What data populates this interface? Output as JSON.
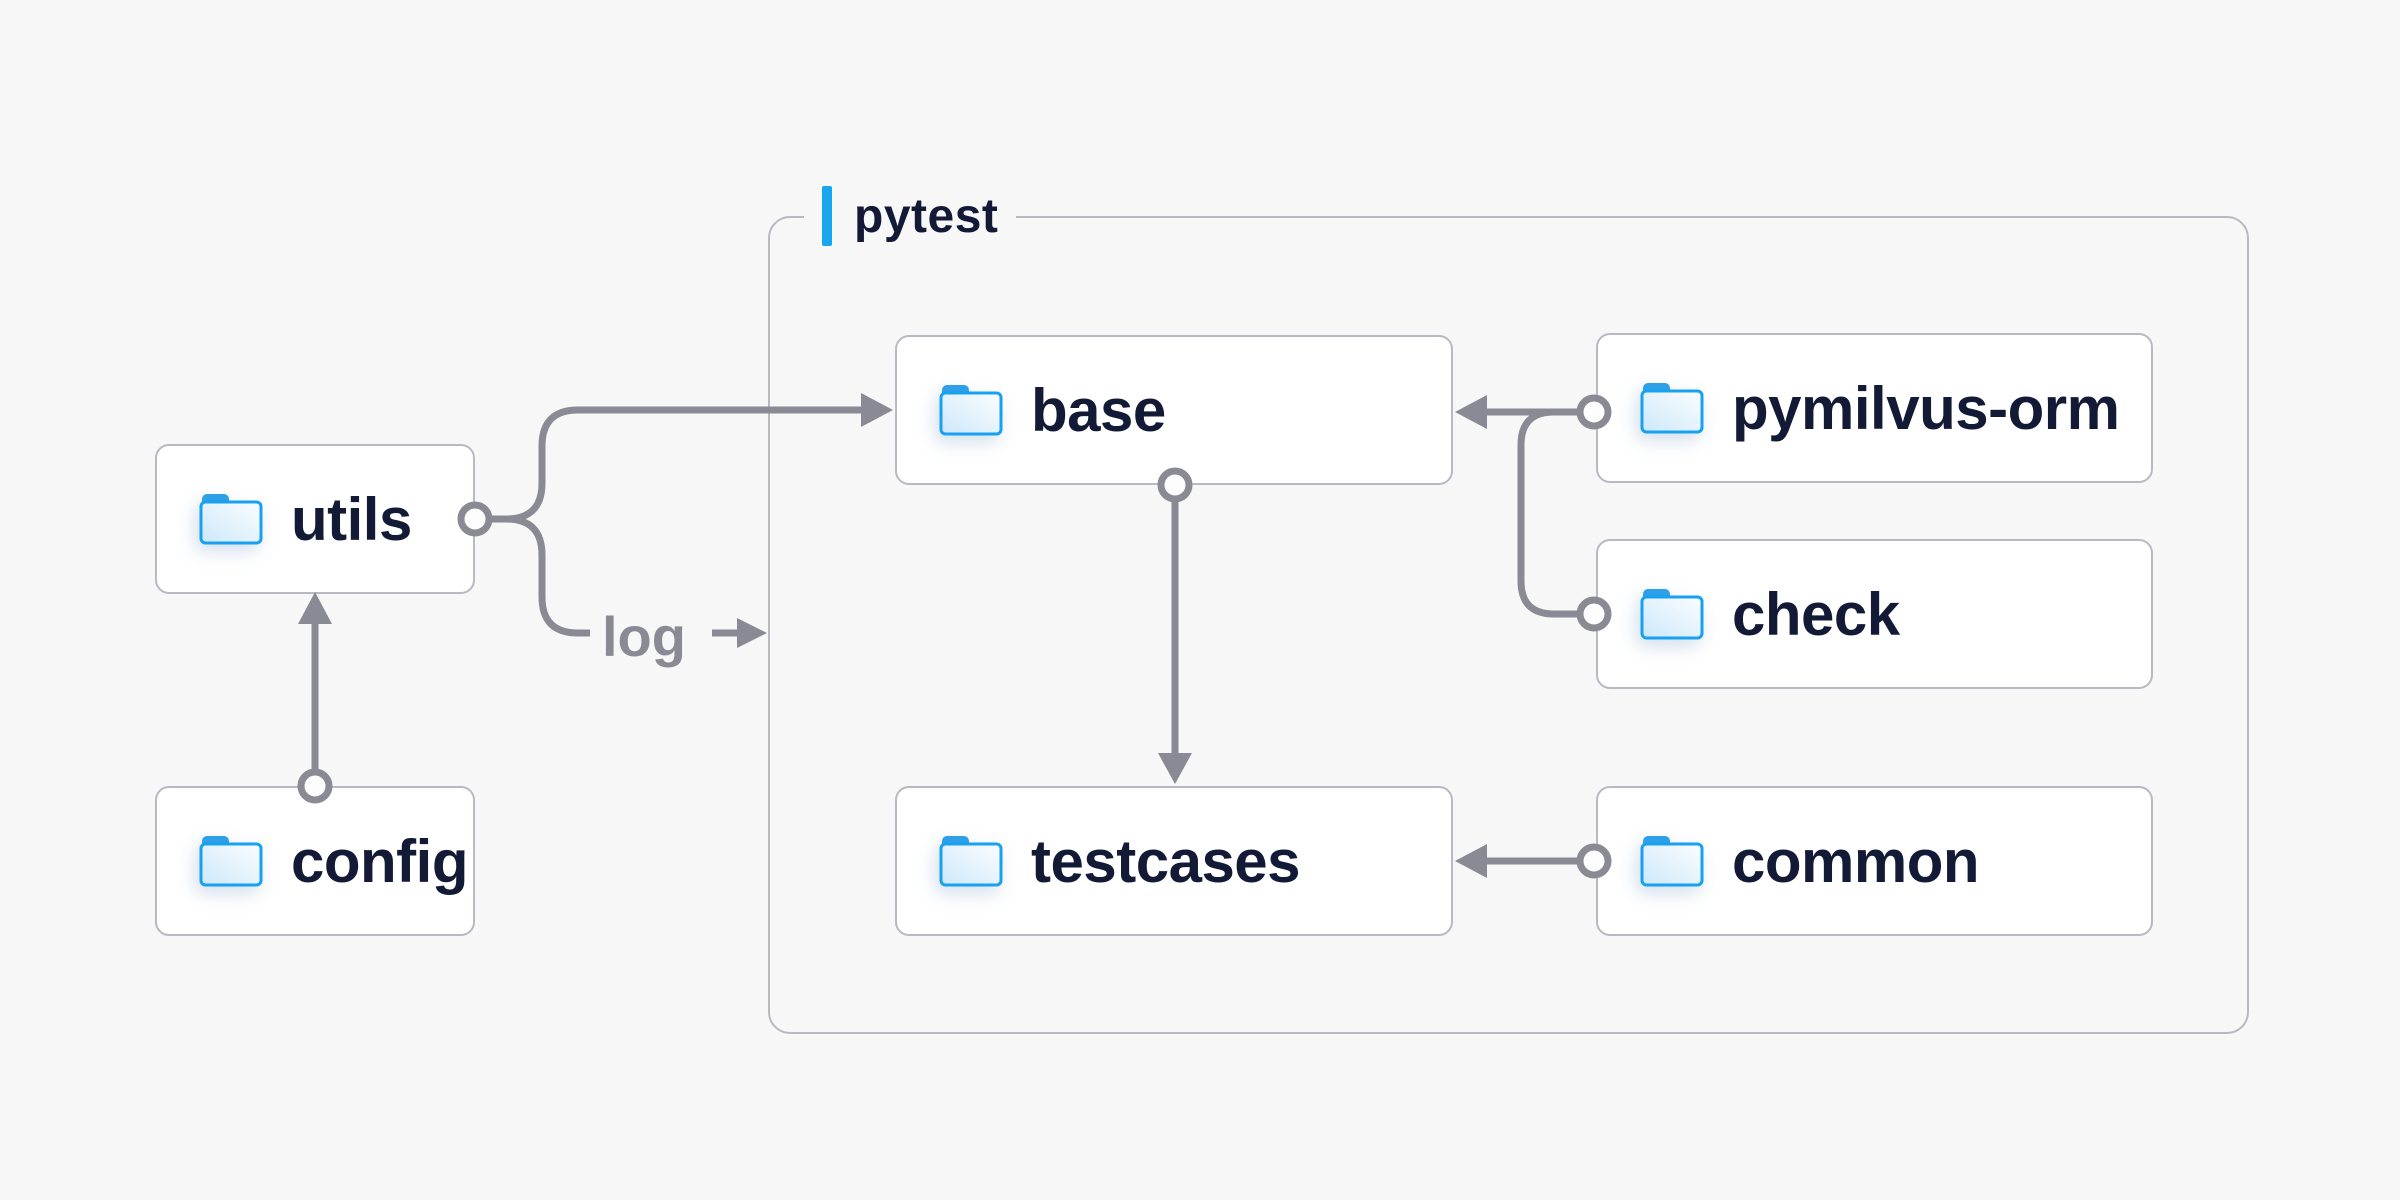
{
  "diagram": {
    "kind": "folder-structure-diagram",
    "background": "#f7f7f8"
  },
  "colors": {
    "accent_blue": "#16a7ef",
    "connector_gray": "#8a8a94",
    "text_navy": "#121a36",
    "box_border": "#b8b9c2",
    "folder_blue": "#18a1f1"
  },
  "container": {
    "label": "pytest"
  },
  "nodes": {
    "utils": {
      "label": "utils",
      "icon": "folder-icon"
    },
    "config": {
      "label": "config",
      "icon": "folder-icon"
    },
    "base": {
      "label": "base",
      "icon": "folder-icon"
    },
    "pymilvus_orm": {
      "label": "pymilvus-orm",
      "icon": "folder-icon"
    },
    "check": {
      "label": "check",
      "icon": "folder-icon"
    },
    "testcases": {
      "label": "testcases",
      "icon": "folder-icon"
    },
    "common": {
      "label": "common",
      "icon": "folder-icon"
    }
  },
  "edges": [
    {
      "from": "config",
      "to": "utils"
    },
    {
      "from": "utils",
      "to": "base"
    },
    {
      "from": "utils",
      "to": "log",
      "label": "log"
    },
    {
      "from": "base",
      "to": "testcases"
    },
    {
      "from": "pymilvus-orm",
      "to": "base"
    },
    {
      "from": "check",
      "to": "base"
    },
    {
      "from": "common",
      "to": "testcases"
    }
  ]
}
